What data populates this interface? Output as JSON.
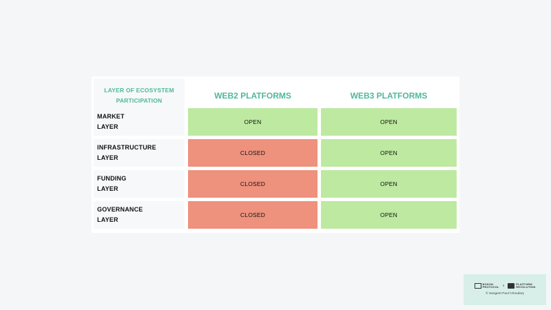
{
  "table": {
    "layer_header": "LAYER OF ECOSYSTEM PARTICIPATION",
    "columns": [
      "WEB2 PLATFORMS",
      "WEB3 PLATFORMS"
    ],
    "rows": [
      {
        "label_line1": "MARKET",
        "label_line2": "LAYER",
        "web2": "OPEN",
        "web3": "OPEN"
      },
      {
        "label_line1": "INFRASTRUCTURE",
        "label_line2": "LAYER",
        "web2": "CLOSED",
        "web3": "OPEN"
      },
      {
        "label_line1": "FUNDING",
        "label_line2": "LAYER",
        "web2": "CLOSED",
        "web3": "OPEN"
      },
      {
        "label_line1": "GOVERNANCE",
        "label_line2": "LAYER",
        "web2": "CLOSED",
        "web3": "OPEN"
      }
    ]
  },
  "colors": {
    "accent": "#4db89a",
    "open": "#bde9a1",
    "closed": "#ee917d"
  },
  "badge": {
    "logo_left_line1": "BOSON",
    "logo_left_line2": "PROTOCOL",
    "separator": "x",
    "logo_right_line1": "PLATFORM",
    "logo_right_line2": "REVOLUTION",
    "copyright": "© Sangeet Paul Choudary"
  }
}
